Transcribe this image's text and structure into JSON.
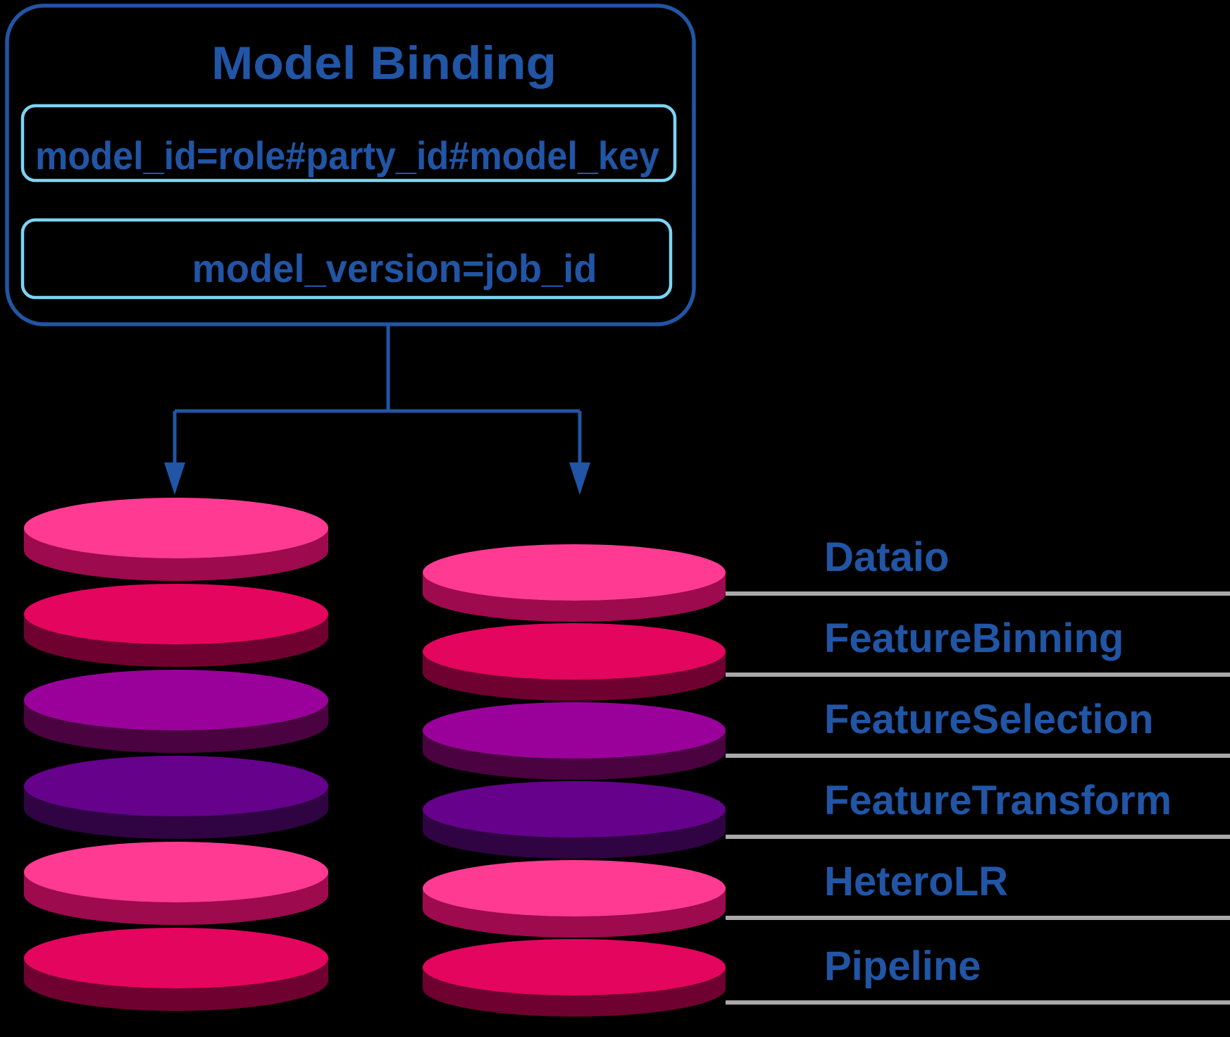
{
  "colors": {
    "background": "#000000",
    "primary_blue": "#2155A5",
    "light_blue": "#7CD4F6",
    "separator_gray": "#A9A9A9"
  },
  "model_binding": {
    "title": "Model Binding",
    "model_id_field": "model_id=role#party_id#model_key",
    "model_version_field": "model_version=job_id"
  },
  "stacks": {
    "disk_palette": [
      {
        "face": "#FF3A92",
        "side": "#9E0A4E"
      },
      {
        "face": "#E4055E",
        "side": "#6F0130"
      },
      {
        "face": "#9A019A",
        "side": "#4A0241"
      },
      {
        "face": "#66018C",
        "side": "#300343"
      },
      {
        "face": "#FF3A92",
        "side": "#9E0A4E"
      },
      {
        "face": "#E4055E",
        "side": "#6F0130"
      }
    ]
  },
  "components": [
    "Dataio",
    "FeatureBinning",
    "FeatureSelection",
    "FeatureTransform",
    "HeteroLR",
    "Pipeline"
  ]
}
